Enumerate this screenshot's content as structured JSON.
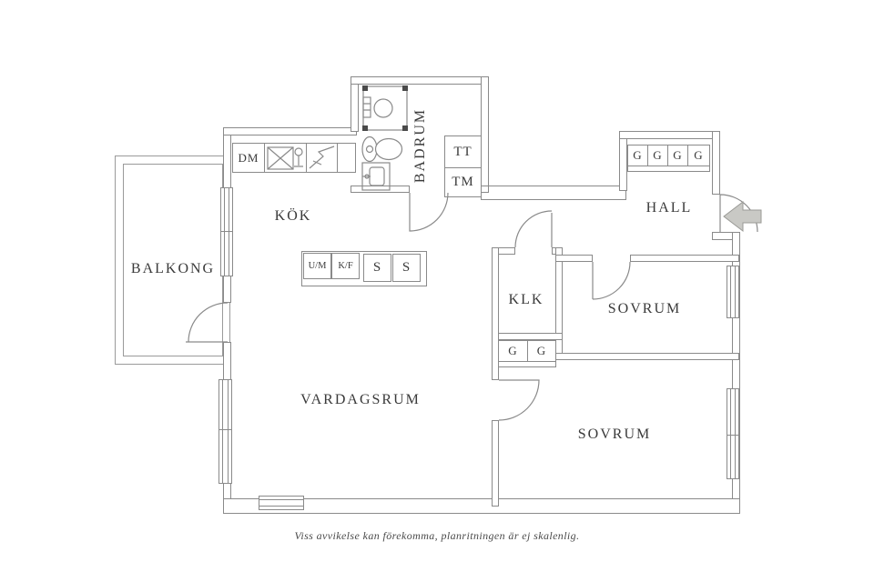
{
  "rooms": {
    "balcony": "BALKONG",
    "kitchen": "KÖK",
    "bathroom": "BADRUM",
    "hall": "HALL",
    "closet": "KLK",
    "bedroom_1": "SOVRUM",
    "bedroom_2": "SOVRUM",
    "living_room": "VARDAGSRUM"
  },
  "appliances": {
    "dishwasher": "DM",
    "oven_microwave": "U/M",
    "fridge_freezer": "K/F",
    "pantry_1": "S",
    "pantry_2": "S",
    "dryer": "TT",
    "washer": "TM"
  },
  "wardrobes": {
    "hall": [
      "G",
      "G",
      "G",
      "G"
    ],
    "closet": [
      "G",
      "G"
    ]
  },
  "caption": "Viss avvikelse kan förekomma, planritningen är ej skalenlig.",
  "colors": {
    "wall": "#8a8a8a",
    "text": "#3a3a3a",
    "entrance_arrow_fill": "#c9c9c5",
    "entrance_arrow_stroke": "#9a9a96"
  }
}
